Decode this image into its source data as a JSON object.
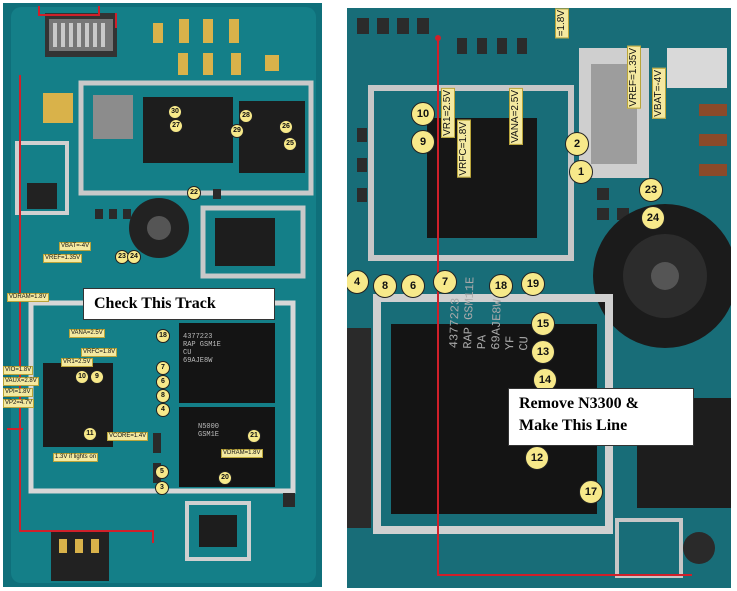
{
  "callouts": {
    "check_track": "Check This Track",
    "remove_line_1": "Remove N3300 &",
    "remove_line_2": "Make This Line"
  },
  "left_labels": {
    "vbat": "VBAT=-4V",
    "vref": "VREF=1.35V",
    "vdram": "VDRAM=1.8V",
    "vana": "VANA=2.5V",
    "vrfc": "VRFC=1.8V",
    "vr1": "VR1=2.5V",
    "vio": "VIO=1.8V",
    "vaux": "VAUX=2.8V",
    "vpi": "VPI=1.8V",
    "vp2": "VP2=4.7V",
    "vcore": "VCORE=1.4V",
    "vdram_lower": "VDRAM=1.8V",
    "lights": "1.3V if lights on"
  },
  "right_labels": {
    "v18": "=1.8V",
    "vref": "VREF=1.35V",
    "vbat": "VBAT=-4V",
    "vana": "VANA=2.5V",
    "vrfc": "VRFC=1.8V",
    "vr1": "VR1=2.5V"
  },
  "left_badges": [
    "30",
    "27",
    "29",
    "28",
    "26",
    "25",
    "22",
    "23",
    "24",
    "18",
    "7",
    "6",
    "8",
    "4",
    "10",
    "9",
    "11",
    "21",
    "5",
    "3",
    "20"
  ],
  "right_badges": [
    "10",
    "9",
    "2",
    "1",
    "23",
    "24",
    "4",
    "8",
    "6",
    "7",
    "18",
    "19",
    "15",
    "13",
    "14",
    "12",
    "17"
  ],
  "chip_text": {
    "left_chip_1": [
      "4377223",
      "RAP GSM1E",
      "CU",
      "69AJE8W"
    ],
    "left_chip_2": [
      "N5000",
      "GSM1E"
    ],
    "right_chip": [
      "4377223",
      "RAP GSM11E",
      "PA",
      "69AJE8W",
      "YF",
      "CU"
    ]
  },
  "colors": {
    "board": "#0f6f7a",
    "trace_line": "#d0202a",
    "badge_fill": "#f7e98a"
  }
}
